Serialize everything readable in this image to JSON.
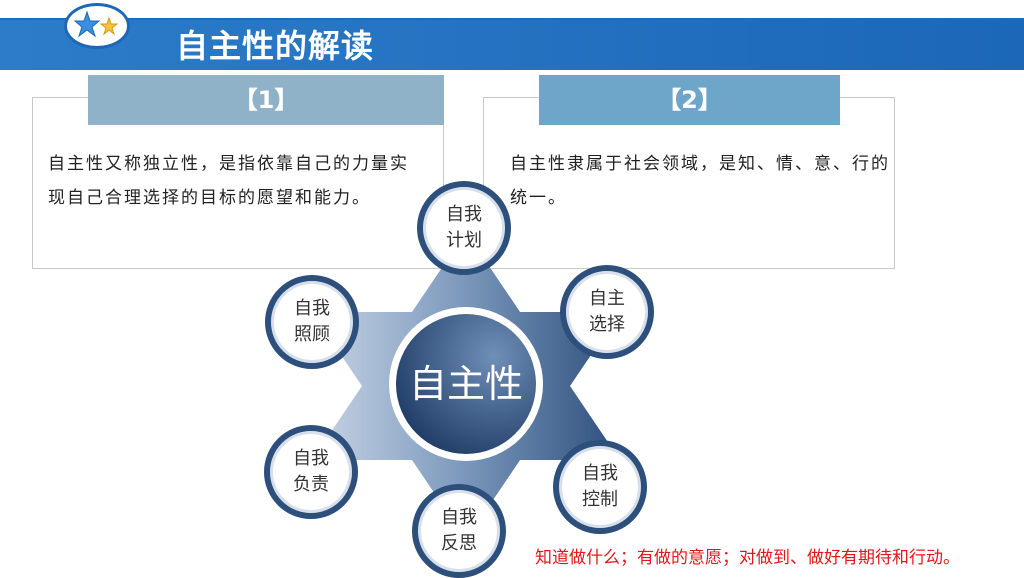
{
  "header": {
    "title": "自主性的解读",
    "brand_color": "#1c67b8"
  },
  "panels": [
    {
      "heading": "【1】",
      "text": "自主性又称独立性，是指依靠自己的力量实现自己合理选择的目标的愿望和能力。"
    },
    {
      "heading": "【2】",
      "text": "自主性隶属于社会领域，是知、情、意、行的统一。"
    }
  ],
  "diagram": {
    "center": "自主性",
    "nodes": [
      {
        "label": "自我\n计划"
      },
      {
        "label": "自主\n选择"
      },
      {
        "label": "自我\n照顾"
      },
      {
        "label": "自我\n负责"
      },
      {
        "label": "自我\n控制"
      },
      {
        "label": "自我\n反思"
      }
    ]
  },
  "footer_note": "知道做什么；有做的意愿；对做到、做好有期待和行动。",
  "colors": {
    "note_red": "#e0181b",
    "head1": "#8fb2c9",
    "head2": "#6da6c9",
    "star_dark": "#2d4f7c"
  }
}
